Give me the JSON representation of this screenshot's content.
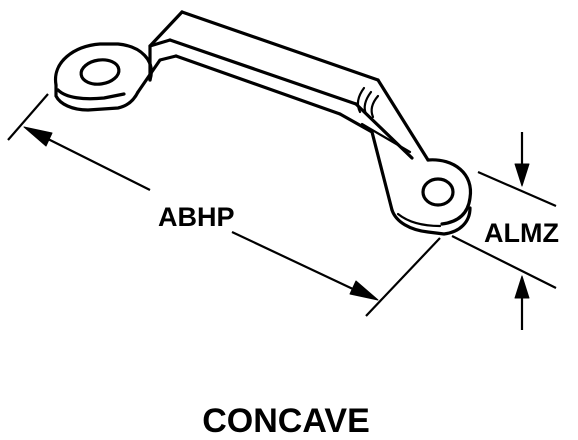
{
  "diagram": {
    "part_shape": "bent-strap-bracket-with-two-round-holes",
    "dimension_length_label": "ABHP",
    "dimension_thickness_label": "ALMZ",
    "caption": "CONCAVE",
    "ink_color": "#000000",
    "background_color": "#ffffff"
  }
}
